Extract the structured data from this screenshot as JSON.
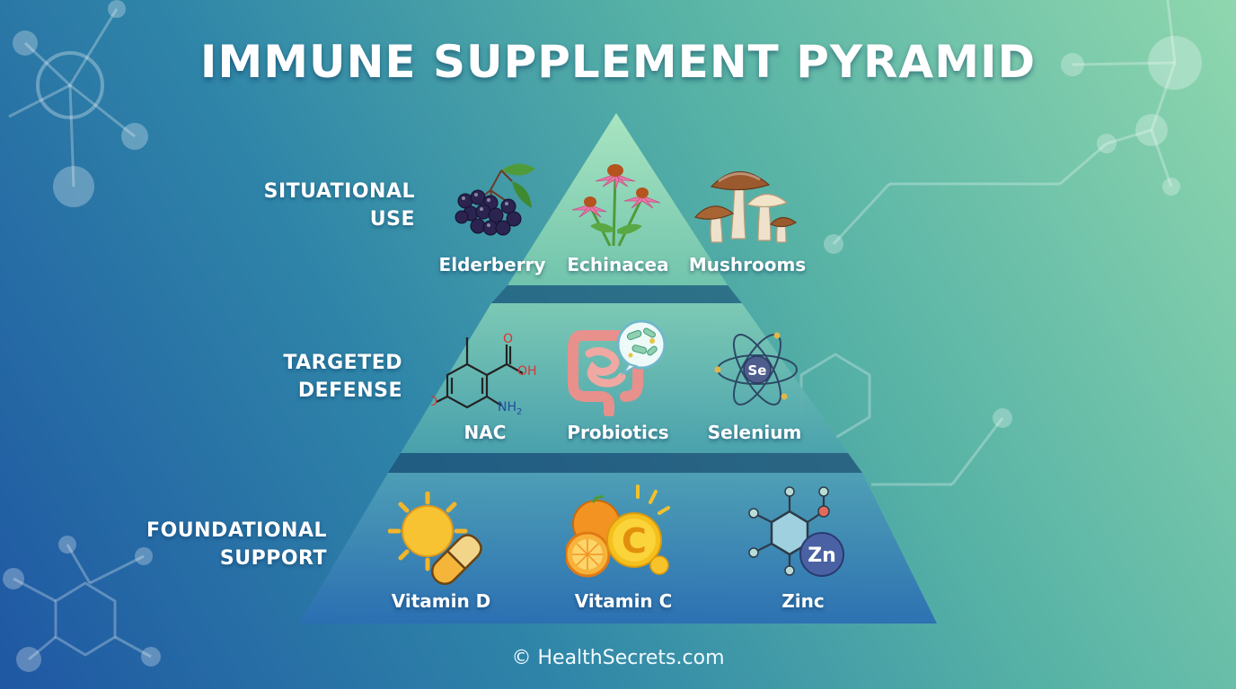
{
  "title": "IMMUNE SUPPLEMENT PYRAMID",
  "footer": "© HealthSecrets.com",
  "colors": {
    "top_tier": "#9be0b8",
    "middle_tier": "#67b9b0",
    "bottom_tier": "#3b88b8",
    "text": "#ffffff"
  },
  "tiers": [
    {
      "label_lines": [
        "SITUATIONAL",
        "USE"
      ],
      "items": [
        {
          "label": "Elderberry",
          "icon": "elderberry-icon"
        },
        {
          "label": "Echinacea",
          "icon": "echinacea-flower-icon"
        },
        {
          "label": "Mushrooms",
          "icon": "mushrooms-icon"
        }
      ]
    },
    {
      "label_lines": [
        "TARGETED",
        "DEFENSE"
      ],
      "items": [
        {
          "label": "NAC",
          "icon": "nac-molecule-icon"
        },
        {
          "label": "Probiotics",
          "icon": "intestine-bacteria-icon"
        },
        {
          "label": "Selenium",
          "icon": "selenium-atom-icon",
          "symbol": "Se"
        }
      ]
    },
    {
      "label_lines": [
        "FOUNDATIONAL",
        "SUPPORT"
      ],
      "items": [
        {
          "label": "Vitamin D",
          "icon": "sun-capsule-icon"
        },
        {
          "label": "Vitamin C",
          "icon": "orange-vitamin-c-icon",
          "symbol": "C"
        },
        {
          "label": "Zinc",
          "icon": "zinc-molecule-icon",
          "symbol": "Zn"
        }
      ]
    }
  ],
  "structure": {
    "NAC": {
      "atoms": [
        "O",
        "OH",
        "NH2",
        "O"
      ]
    }
  }
}
